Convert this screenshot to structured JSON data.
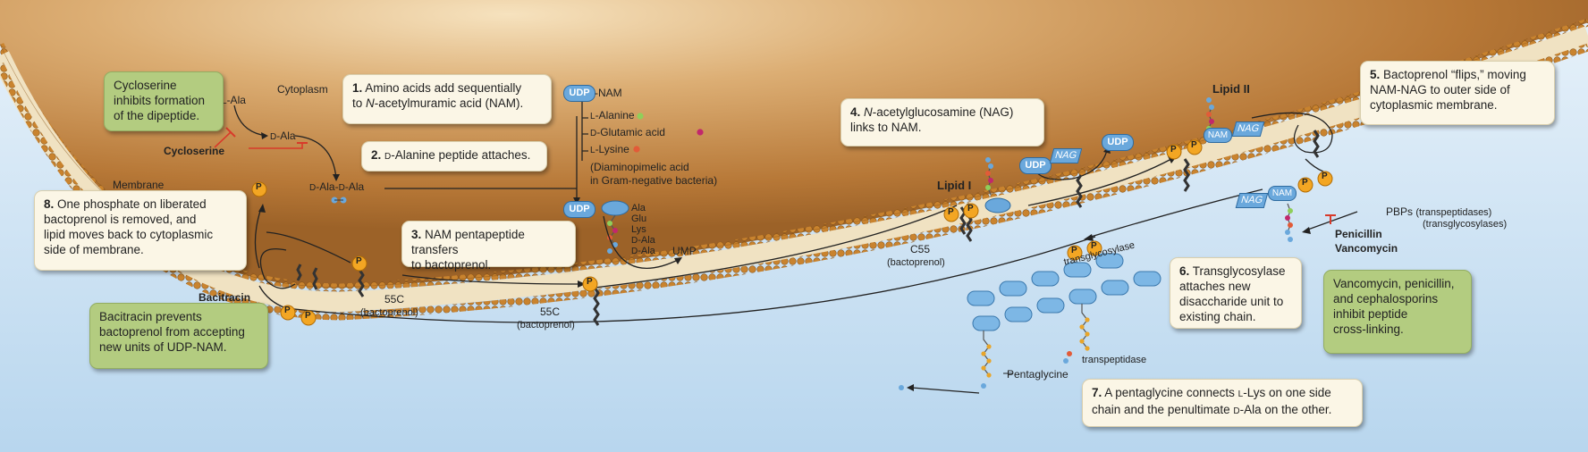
{
  "boxes": {
    "b1_num": "1.",
    "b1_l1": "Amino acids add sequentially",
    "b1_l2a": "to ",
    "b1_l2b": "N",
    "b1_l2c": "-acetylmuramic acid (NAM).",
    "b2_num": "2.",
    "b2_a": "D",
    "b2_b": "-Alanine peptide attaches.",
    "b3_num": "3.",
    "b3_l1": "NAM pentapeptide transfers",
    "b3_l2": "to bactoprenol.",
    "b4_num": "4.",
    "b4_a": "N",
    "b4_b": "-acetylglucosamine (NAG)",
    "b4_l2": "links to NAM.",
    "b5_num": "5.",
    "b5_l1": "Bactoprenol “flips,” moving",
    "b5_l2": "NAM-NAG to outer side of",
    "b5_l3": "cytoplasmic membrane.",
    "b6_num": "6.",
    "b6_l1": "Transglycosylase",
    "b6_l2": "attaches new",
    "b6_l3": "disaccharide unit to",
    "b6_l4": "existing chain.",
    "b7_num": "7.",
    "b7_l1a": "A pentaglycine connects ",
    "b7_l1b": "L",
    "b7_l1c": "-Lys on one side",
    "b7_l2a": "chain and the penultimate ",
    "b7_l2b": "D",
    "b7_l2c": "-Ala on the other.",
    "b8_num": "8.",
    "b8_l1": "One phosphate on liberated",
    "b8_l2": "bactoprenol is removed, and",
    "b8_l3": "lipid moves back to cytoplasmic",
    "b8_l4": "side of membrane."
  },
  "green_boxes": {
    "cycloserine_l1": "Cycloserine",
    "cycloserine_l2": "inhibits formation",
    "cycloserine_l3": "of the dipeptide.",
    "bacitracin_l1": "Bacitracin prevents",
    "bacitracin_l2": "bactoprenol from accepting",
    "bacitracin_l3": "new units of UDP-NAM.",
    "vanco_l1": "Vancomycin, penicillin,",
    "vanco_l2": "and cephalosporins",
    "vanco_l3": "inhibit peptide",
    "vanco_l4": "cross-linking."
  },
  "labels": {
    "cytoplasm": "Cytoplasm",
    "membrane": "Membrane",
    "cycloserine": "Cycloserine",
    "bacitracin": "Bacitracin",
    "penicillin": "Penicillin",
    "vancomycin": "Vancomycin",
    "pbps": "PBPs",
    "transpeptidases": "(transpeptidases)",
    "transglycosylases": "(transglycosylases)",
    "lipid1": "Lipid I",
    "lipid2": "Lipid II",
    "c55": "C55",
    "bactoprenol_paren": "(bactoprenol)",
    "c55_lower": "55C",
    "ump": "UMP",
    "udp": "UDP",
    "nam": "NAM",
    "nag": "NAG",
    "udp_nam_suffix": "-NAM",
    "alanine": "-Alanine",
    "glutamic": "-Glutamic acid",
    "lysine": "-Lysine",
    "dap_l1": "(Diaminopimelic acid",
    "dap_l2": "in Gram-negative bacteria)",
    "L": "L",
    "D": "D",
    "l_ala": "-Ala",
    "d_ala": "-Ala",
    "d_ala_d_ala_a": "-Ala-",
    "d_ala_d_ala_b": "-Ala",
    "pep_ala": "Ala",
    "pep_glu": "Glu",
    "pep_lys": "Lys",
    "pep_dala1": "-Ala",
    "pep_dala2": "-Ala",
    "transglycosylase": "transglycosylase",
    "transpeptidase": "transpeptidase",
    "pentaglycine": "Pentaglycine",
    "phosphate": "P"
  },
  "colors": {
    "cytoplasm": "#c48a4a",
    "exterior": "#cfe3f1",
    "membrane_head": "#c9832e",
    "membrane_tail": "#f0e2c2",
    "note_fill": "#fbf6e6",
    "inhibitor_fill": "#b3cc80",
    "sugar_blue": "#6aa8dc",
    "phosphate": "#f3a623",
    "inhibit_red": "#d83a2a"
  }
}
